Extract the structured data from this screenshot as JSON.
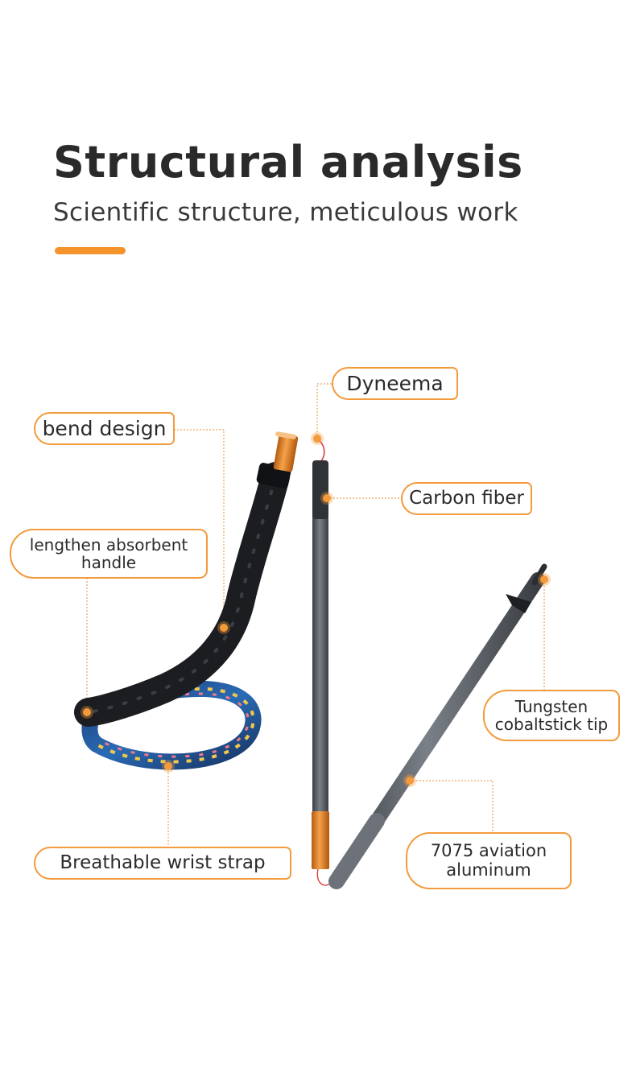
{
  "header": {
    "title": "Structural analysis",
    "subtitle": "Scientific structure, meticulous work"
  },
  "colors": {
    "accent": "#f5922a",
    "shaft": "#575c63",
    "foam": "#1d1f23",
    "orange_metal": "#e0801f"
  },
  "callouts": {
    "dyneema": "Dyneema",
    "bend_design": "bend design",
    "carbon_fiber": "Carbon fiber",
    "handle_line1": "lengthen absorbent",
    "handle_line2": "handle",
    "tip_line1": "Tungsten",
    "tip_line2": "cobaltstick tip",
    "strap": "Breathable wrist strap",
    "aluminum_line1": "7075 aviation",
    "aluminum_line2": "aluminum"
  }
}
